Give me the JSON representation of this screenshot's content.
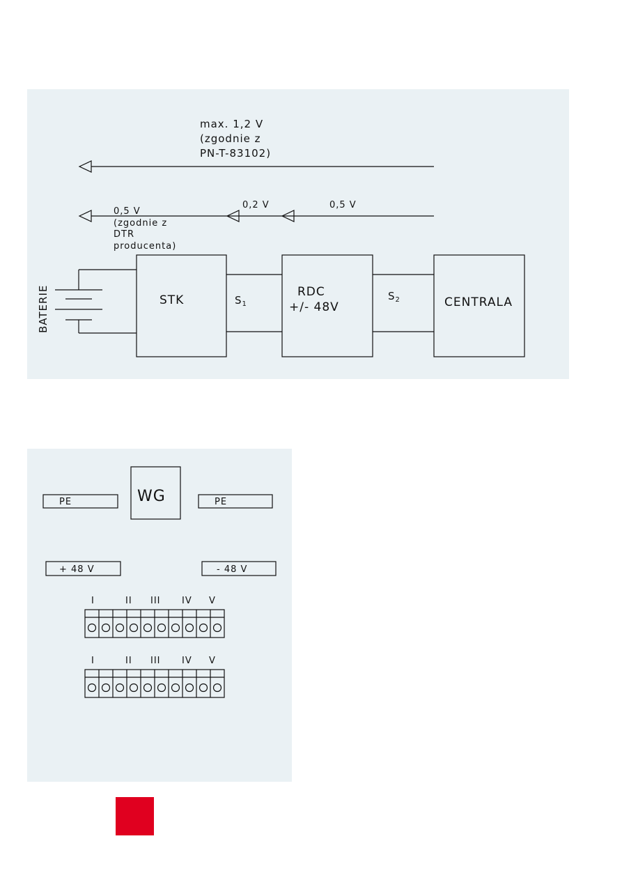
{
  "top_diagram": {
    "max_label_1": "max. 1,2 V",
    "max_label_2": "(zgodnie z",
    "max_label_3": "PN-T-83102)",
    "seg1_label_1": "0,5 V",
    "seg1_label_2": "(zgodnie z",
    "seg1_label_3": "DTR",
    "seg1_label_4": "producenta)",
    "seg2_label": "0,2 V",
    "seg3_label": "0,5 V",
    "batteries_label": "BATERIE",
    "stk_label": "STK",
    "s1_label": "S",
    "s1_sub": "1",
    "rdc_label_1": "RDC",
    "rdc_label_2": "+/- 48V",
    "s2_label": "S",
    "s2_sub": "2",
    "centrala_label": "CENTRALA"
  },
  "bottom_diagram": {
    "pe_left": "PE",
    "wg_label": "WG",
    "pe_right": "PE",
    "plus48": "+ 48 V",
    "minus48": "- 48 V",
    "roman_row1": [
      "I",
      "II",
      "III",
      "IV",
      "V"
    ],
    "roman_row2": [
      "I",
      "II",
      "III",
      "IV",
      "V"
    ]
  },
  "colors": {
    "panel_bg": "#eaf1f4",
    "accent_red": "#e0001f"
  }
}
